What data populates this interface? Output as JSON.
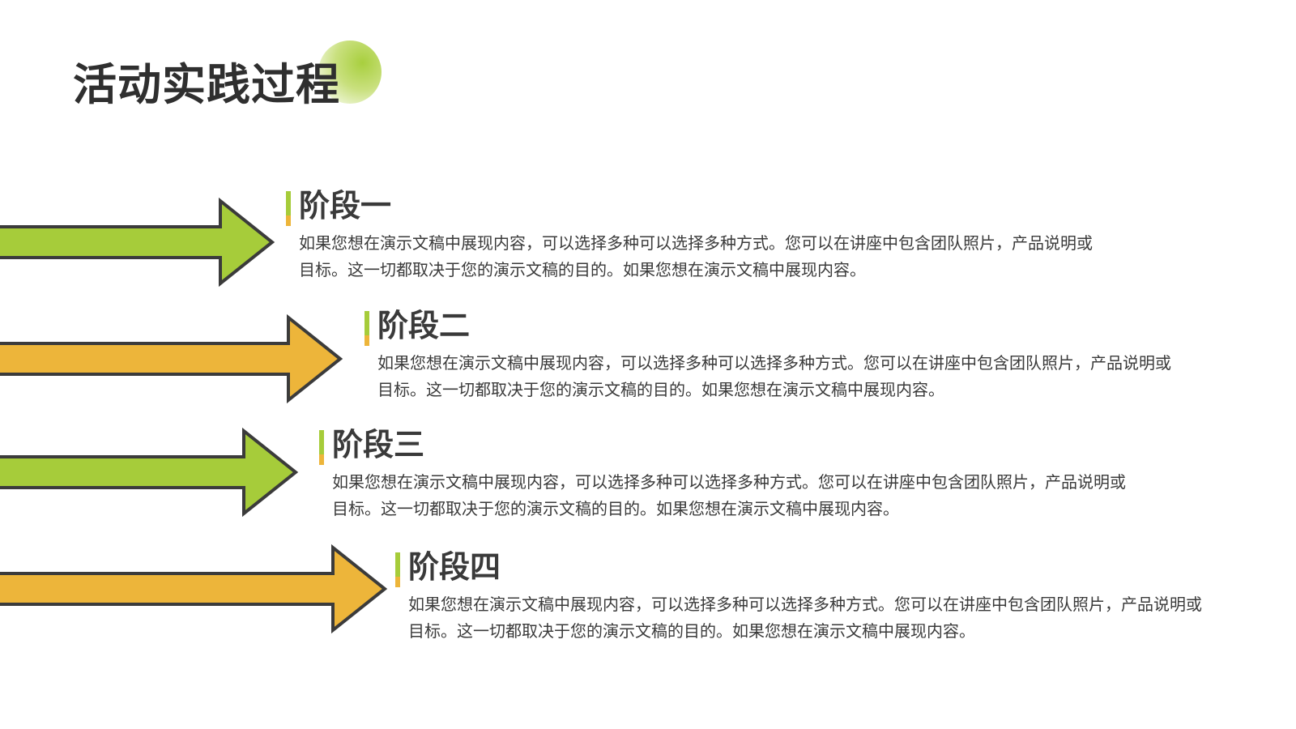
{
  "title": "活动实践过程",
  "colors": {
    "green": "#a6cc3a",
    "orange": "#edb53a",
    "outline": "#3b3b3b",
    "text": "#3a3a3a"
  },
  "stages": [
    {
      "title": "阶段一",
      "arrow_color": "green",
      "desc": "如果您想在演示文稿中展现内容，可以选择多种可以选择多种方式。您可以在讲座中包含团队照片，产品说明或目标。这一切都取决于您的演示文稿的目的。如果您想在演示文稿中展现内容。"
    },
    {
      "title": "阶段二",
      "arrow_color": "orange",
      "desc": "如果您想在演示文稿中展现内容，可以选择多种可以选择多种方式。您可以在讲座中包含团队照片，产品说明或目标。这一切都取决于您的演示文稿的目的。如果您想在演示文稿中展现内容。"
    },
    {
      "title": "阶段三",
      "arrow_color": "green",
      "desc": "如果您想在演示文稿中展现内容，可以选择多种可以选择多种方式。您可以在讲座中包含团队照片，产品说明或目标。这一切都取决于您的演示文稿的目的。如果您想在演示文稿中展现内容。"
    },
    {
      "title": "阶段四",
      "arrow_color": "orange",
      "desc": "如果您想在演示文稿中展现内容，可以选择多种可以选择多种方式。您可以在讲座中包含团队照片，产品说明或目标。这一切都取决于您的演示文稿的目的。如果您想在演示文稿中展现内容。"
    }
  ]
}
